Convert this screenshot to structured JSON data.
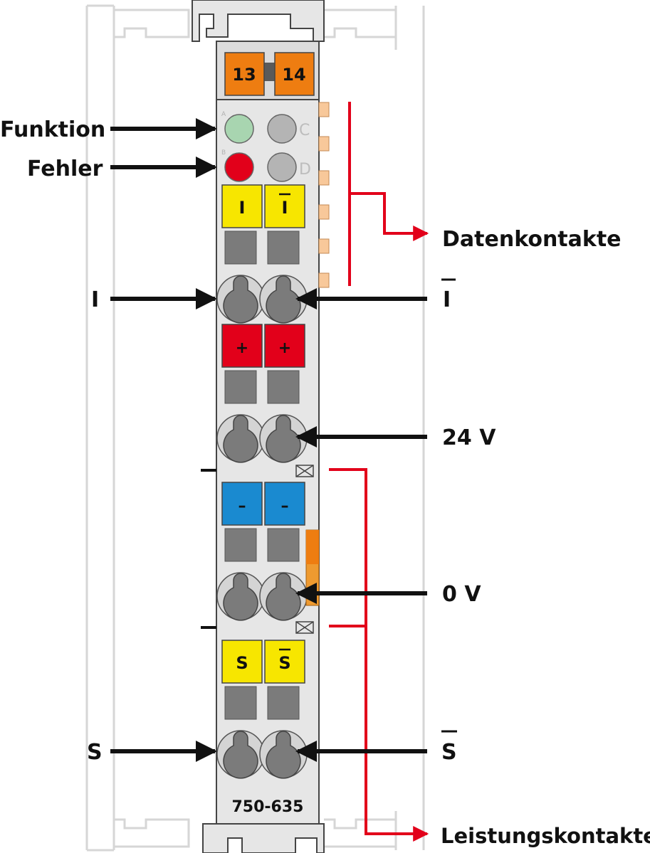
{
  "module": {
    "part_number": "750-635",
    "top_marker_left": "13",
    "top_marker_right": "14",
    "led_letters": [
      "A",
      "B",
      "C",
      "D"
    ],
    "rows": [
      {
        "left_key": "I",
        "right_key": "I",
        "right_overline": true,
        "key_color": "#f7e600"
      },
      {
        "left_key": "+",
        "right_key": "+",
        "right_overline": false,
        "key_color": "#e2001a"
      },
      {
        "left_key": "–",
        "right_key": "–",
        "right_overline": false,
        "key_color": "#1a8ad0"
      },
      {
        "left_key": "S",
        "right_key": "S",
        "right_overline": true,
        "key_color": "#f7e600"
      }
    ]
  },
  "labels": {
    "funktion": "Funktion",
    "fehler": "Fehler",
    "datenkontakte": "Datenkontakte",
    "i_left": "I",
    "i_right": "I",
    "v24": "24 V",
    "v0": "0 V",
    "s_left": "S",
    "s_right": "S",
    "leistungskontakte": "Leistungskontakte"
  },
  "colors": {
    "housing": "#e6e6e6",
    "marker_orange": "#ee7d11",
    "led_function": "#a8d5b0",
    "led_error": "#e2001a",
    "led_off": "#b4b4b4",
    "bracket_red": "#e2001a",
    "contact_orange": "#f8c89a",
    "arrow": "#111111"
  }
}
